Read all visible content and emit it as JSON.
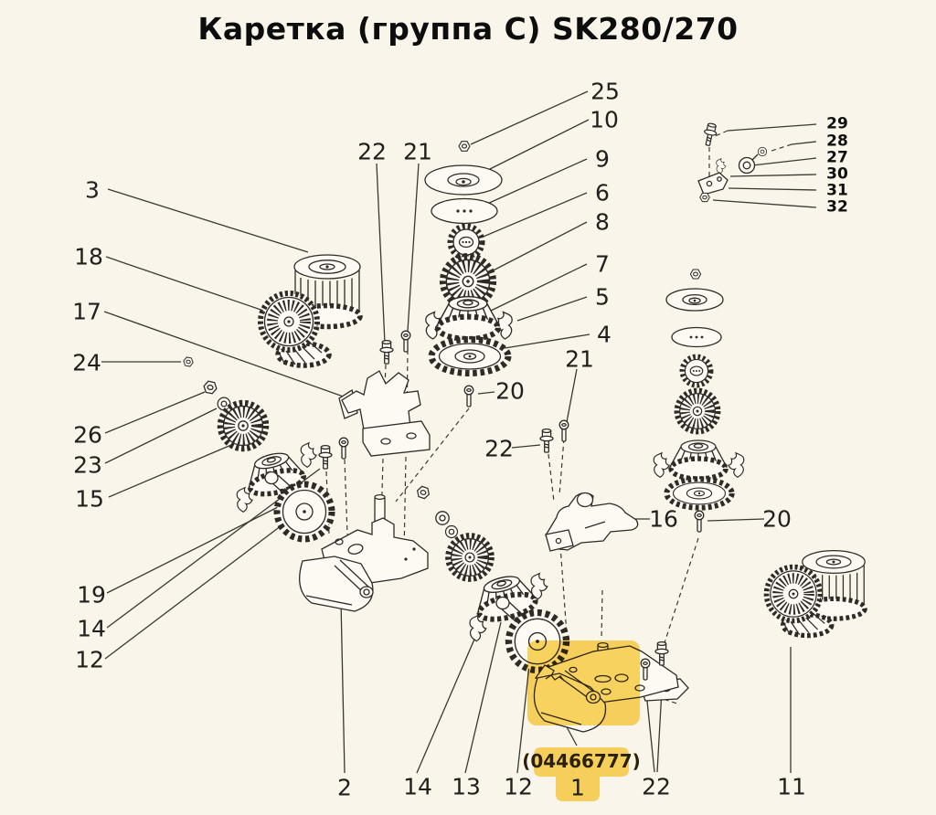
{
  "title": "Каретка (группа C) SK280/270",
  "colors": {
    "background": "#f9f5ea",
    "ink": "#2e2b26",
    "highlight": "#f6d45e"
  },
  "highlight": {
    "code": "(04466777)",
    "highlighted_part": "1"
  },
  "callouts": [
    {
      "num": "3"
    },
    {
      "num": "18"
    },
    {
      "num": "17"
    },
    {
      "num": "24"
    },
    {
      "num": "26"
    },
    {
      "num": "23"
    },
    {
      "num": "15"
    },
    {
      "num": "19"
    },
    {
      "num": "14"
    },
    {
      "num": "12"
    },
    {
      "num": "22"
    },
    {
      "num": "21"
    },
    {
      "num": "25"
    },
    {
      "num": "10"
    },
    {
      "num": "9"
    },
    {
      "num": "6"
    },
    {
      "num": "8"
    },
    {
      "num": "7"
    },
    {
      "num": "5"
    },
    {
      "num": "4"
    },
    {
      "num": "21"
    },
    {
      "num": "20"
    },
    {
      "num": "22"
    },
    {
      "num": "16"
    },
    {
      "num": "20"
    },
    {
      "num": "2"
    },
    {
      "num": "14"
    },
    {
      "num": "13"
    },
    {
      "num": "12"
    },
    {
      "num": "1"
    },
    {
      "num": "22"
    },
    {
      "num": "11"
    },
    {
      "num": "29"
    },
    {
      "num": "28"
    },
    {
      "num": "27"
    },
    {
      "num": "30"
    },
    {
      "num": "31"
    },
    {
      "num": "32"
    }
  ]
}
